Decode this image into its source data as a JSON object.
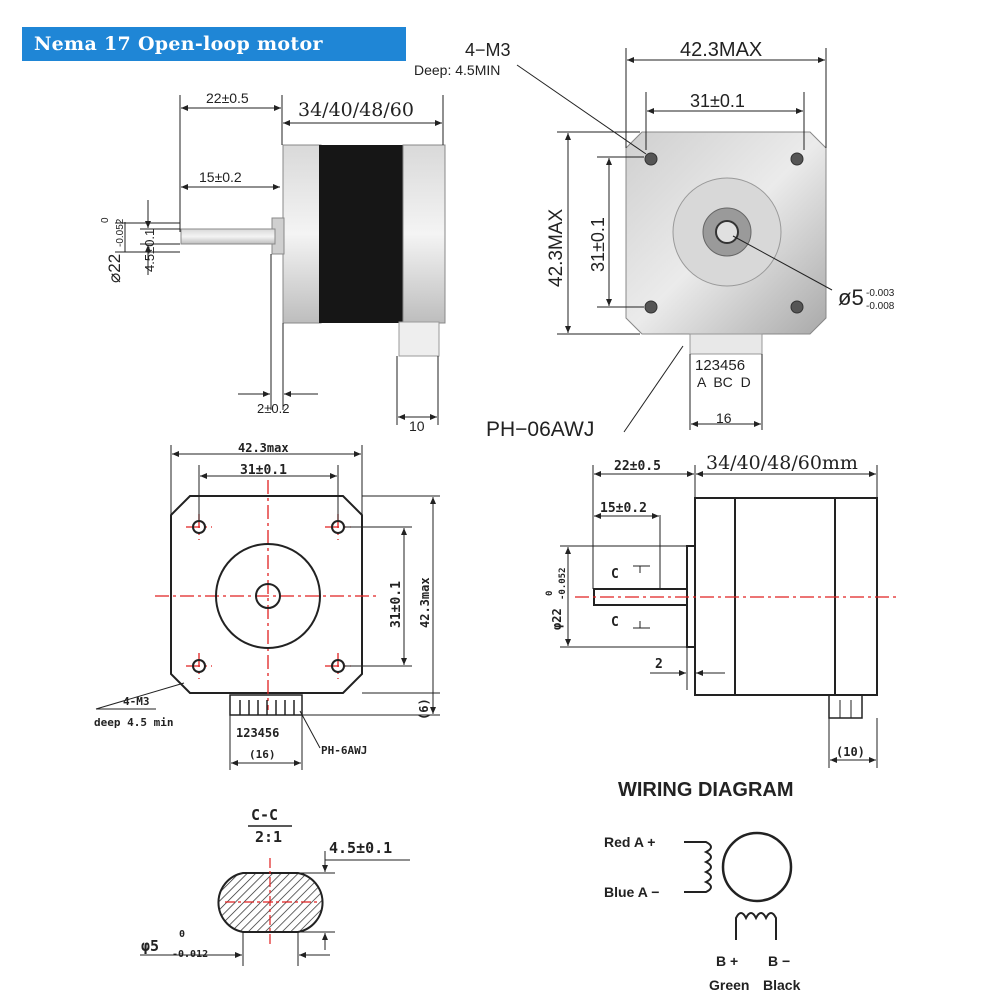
{
  "title": "Nema 17 Open-loop motor Drawing",
  "top_side_view": {
    "dim_22": "22±0.5",
    "dim_length": "34/40/48/60",
    "dim_15": "15±0.2",
    "dim_shaft_dia_main": "22",
    "dim_shaft_dia_upper": "0",
    "dim_shaft_dia_lower": "-0.052",
    "dim_flat": "4.5±0.1",
    "dim_boss": "2±0.2",
    "dim_connector": "10"
  },
  "top_front_view": {
    "dim_holes": "4−M3",
    "dim_deep": "Deep: 4.5MIN",
    "dim_outer_w": "42.3MAX",
    "dim_hole_w": "31±0.1",
    "dim_outer_h": "42.3MAX",
    "dim_hole_h": "31±0.1",
    "dim_shaft_main": "ø5",
    "dim_shaft_upper": "-0.003",
    "dim_shaft_lower": "-0.008",
    "pins": "123456",
    "pin_letters": "A  BC  D",
    "connector_width": "16",
    "connector_name": "PH−06AWJ"
  },
  "bottom_front_view": {
    "dim_outer_w": "42.3max",
    "dim_hole_w": "31±0.1",
    "dim_hole_h": "31±0.1",
    "dim_outer_h": "42.3max",
    "dim_holes": "4-M3",
    "dim_deep": "deep 4.5 min",
    "pins": "123456",
    "connector_width": "(16)",
    "connector_name": "PH-6AWJ",
    "dim_6": "(6)"
  },
  "bottom_side_view": {
    "dim_22": "22±0.5",
    "dim_length": "34/40/48/60mm",
    "dim_15": "15±0.2",
    "dim_shaft": "φ22",
    "dim_shaft_tol": "-0.052",
    "dim_shaft_tol_up": "0",
    "label_c": "C",
    "dim_2": "2",
    "dim_10": "(10)"
  },
  "section_view": {
    "title": "C-C",
    "scale": "2:1",
    "dim_flat": "4.5±0.1",
    "dim_dia": "φ5",
    "dim_dia_tol_up": "0",
    "dim_dia_tol": "-0.012"
  },
  "wiring": {
    "title": "WIRING DIAGRAM",
    "a_plus": "Red A +",
    "a_minus": "Blue A −",
    "b_plus": "B +",
    "b_minus": "B −",
    "b_plus_color": "Green",
    "b_minus_color": "Black"
  },
  "colors": {
    "banner": "#1f86d6",
    "centerline": "#e02020",
    "ink": "#222222"
  }
}
